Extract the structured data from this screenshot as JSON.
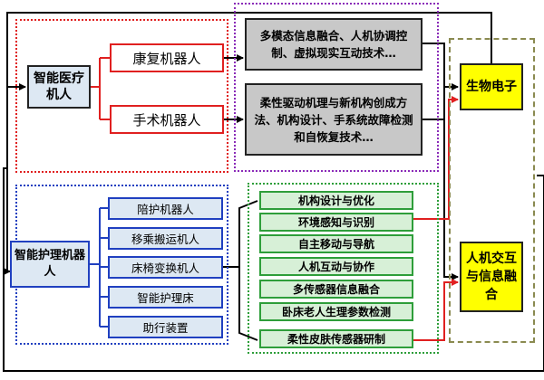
{
  "medical_robot": "智能医疗机人",
  "rehab_robot": "康复机器人",
  "surgical_robot": "手术机器人",
  "medical_tech_1": "多模态信息融合、人机协调控制、虚拟现实互动技术…",
  "medical_tech_2": "柔性驱动机理与新机构创成方法、机构设计、手系统故障检测和自恢复技术…",
  "nursing_robot": "智能护理机器人",
  "nursing_types": [
    "陪护机器人",
    "移乘搬运机人",
    "床椅变换机人",
    "智能护理床",
    "助行装置"
  ],
  "nursing_tech": [
    "机构设计与优化",
    "环境感知与识别",
    "自主移动与导航",
    "人机互动与协作",
    "多传感器信息融合",
    "卧床老人生理参数检测",
    "柔性皮肤传感器研制"
  ],
  "bioelectronics": "生物电子",
  "hci_fusion": "人机交互与信息融合",
  "colors": {
    "red": "#e02020",
    "blue": "#2040c0",
    "purple": "#8a2bb8",
    "green": "#2e9e3a",
    "yellow": "#ffff00",
    "light_blue": "#dde8f3",
    "light_green": "#d7f0d7",
    "gray": "#c8c8c8"
  }
}
